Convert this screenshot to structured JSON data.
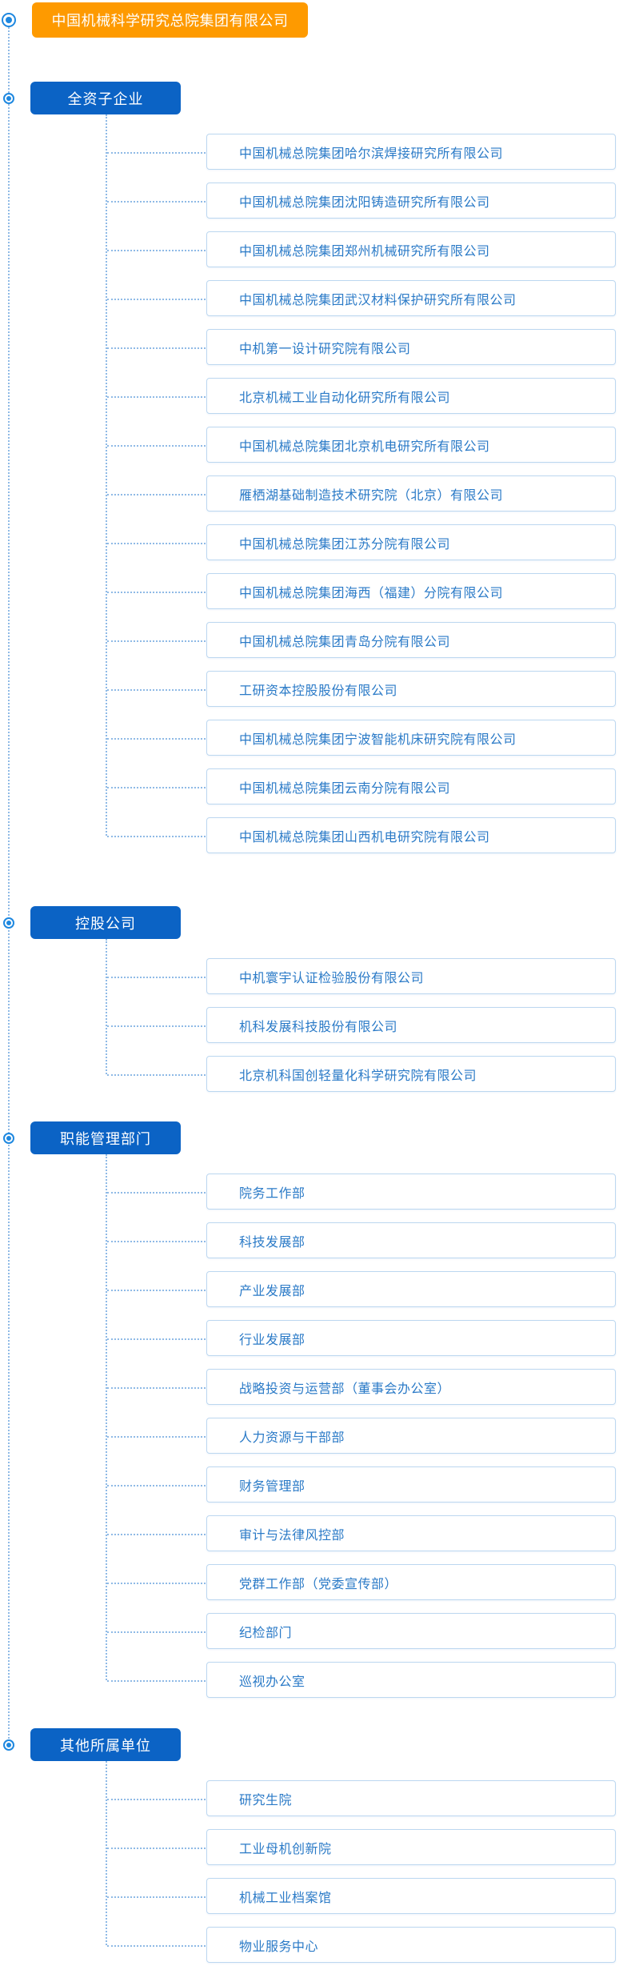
{
  "colors": {
    "root_box": "#FE9A00",
    "section_box": "#0B63C5",
    "item_text": "#2A7AC7",
    "item_border": "#BCD7F0",
    "connector_line": "#8FBAE6",
    "bullet": "#1E88E0"
  },
  "root": {
    "label": "中国机械科学研究总院集团有限公司"
  },
  "sections": [
    {
      "label": "全资子企业",
      "items": [
        "中国机械总院集团哈尔滨焊接研究所有限公司",
        "中国机械总院集团沈阳铸造研究所有限公司",
        "中国机械总院集团郑州机械研究所有限公司",
        "中国机械总院集团武汉材料保护研究所有限公司",
        "中机第一设计研究院有限公司",
        "北京机械工业自动化研究所有限公司",
        "中国机械总院集团北京机电研究所有限公司",
        "雁栖湖基础制造技术研究院（北京）有限公司",
        "中国机械总院集团江苏分院有限公司",
        "中国机械总院集团海西（福建）分院有限公司",
        "中国机械总院集团青岛分院有限公司",
        "工研资本控股股份有限公司",
        "中国机械总院集团宁波智能机床研究院有限公司",
        "中国机械总院集团云南分院有限公司",
        "中国机械总院集团山西机电研究院有限公司"
      ]
    },
    {
      "label": "控股公司",
      "items": [
        "中机寰宇认证检验股份有限公司",
        "机科发展科技股份有限公司",
        "北京机科国创轻量化科学研究院有限公司"
      ]
    },
    {
      "label": "职能管理部门",
      "items": [
        "院务工作部",
        "科技发展部",
        "产业发展部",
        "行业发展部",
        "战略投资与运营部（董事会办公室）",
        "人力资源与干部部",
        "财务管理部",
        "审计与法律风控部",
        "党群工作部（党委宣传部）",
        "纪检部门",
        "巡视办公室"
      ]
    },
    {
      "label": "其他所属单位",
      "items": [
        "研究生院",
        "工业母机创新院",
        "机械工业档案馆",
        "物业服务中心"
      ]
    }
  ]
}
